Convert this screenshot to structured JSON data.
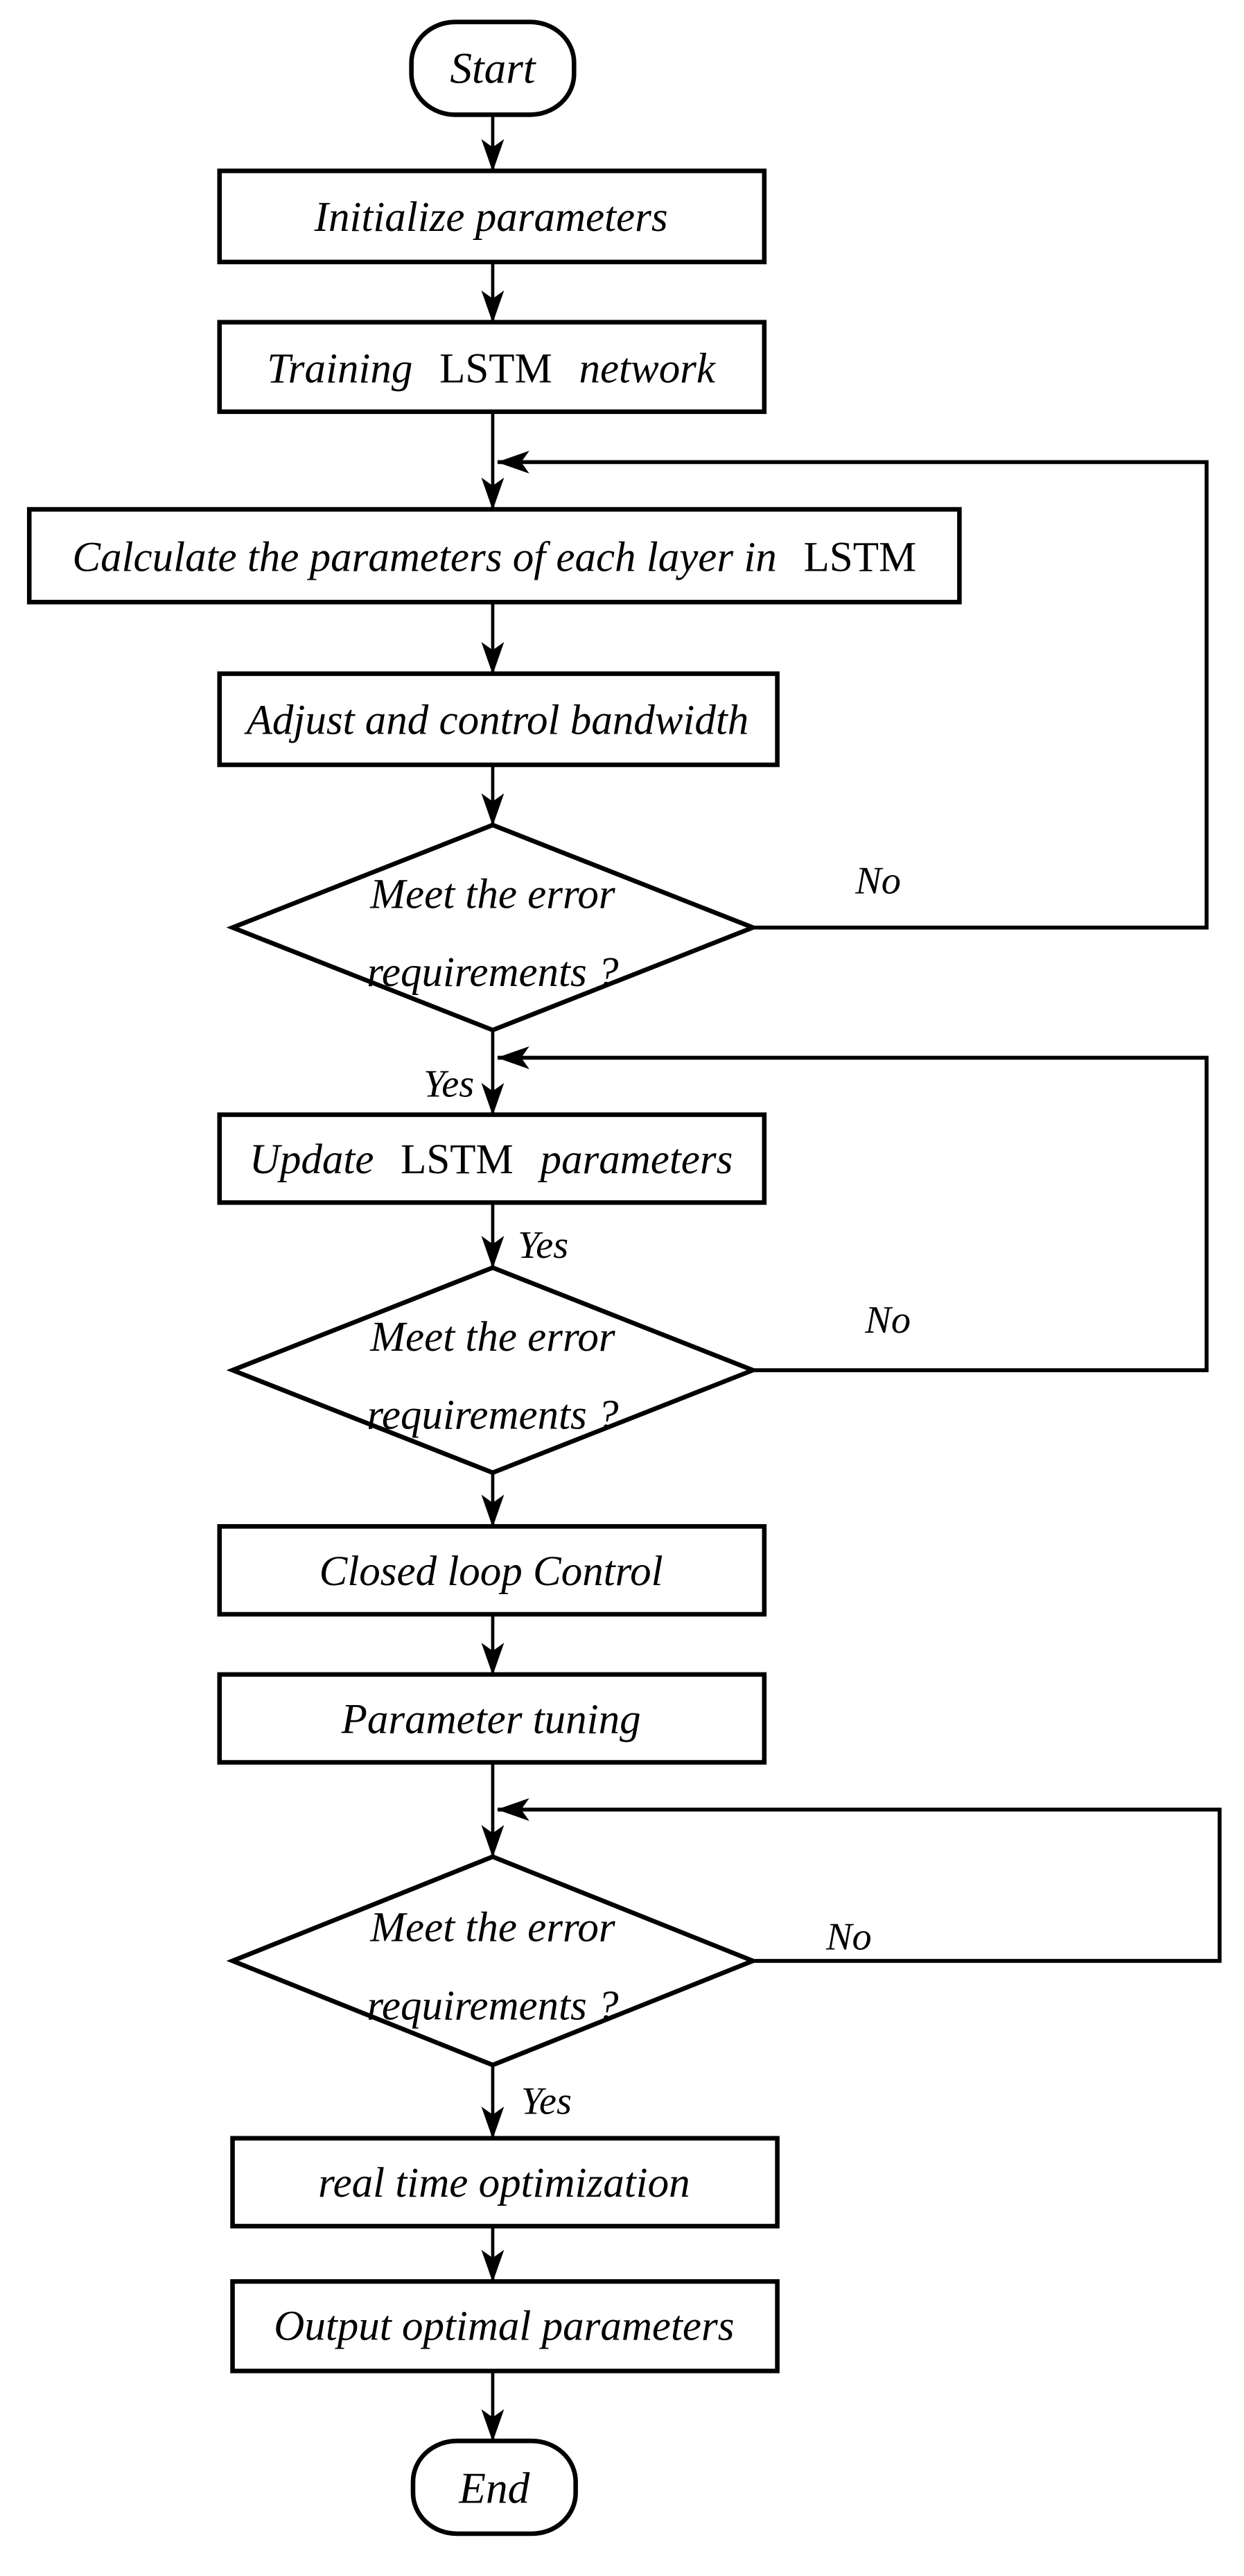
{
  "colors": {
    "line": "#000000",
    "text": "#000000",
    "background": "#ffffff"
  },
  "flowchart": {
    "nodes": {
      "start": {
        "type": "terminator",
        "label": "Start"
      },
      "initialize": {
        "type": "process",
        "label": "Initialize parameters"
      },
      "training": {
        "type": "process",
        "parts": [
          "Training",
          "LSTM",
          "network"
        ]
      },
      "calculate": {
        "type": "process",
        "parts": [
          "Calculate the parameters of each layer in",
          "LSTM"
        ]
      },
      "adjust": {
        "type": "process",
        "label": "Adjust and control bandwidth"
      },
      "decision1": {
        "type": "decision",
        "line1": "Meet the error",
        "line2": "requirements ?"
      },
      "update": {
        "type": "process",
        "parts": [
          "Update",
          "LSTM",
          "parameters"
        ]
      },
      "decision2": {
        "type": "decision",
        "line1": "Meet the error",
        "line2": "requirements ?"
      },
      "closed_loop": {
        "type": "process",
        "label": "Closed loop Control"
      },
      "tuning": {
        "type": "process",
        "label": "Parameter tuning"
      },
      "decision3": {
        "type": "decision",
        "line1": "Meet the error",
        "line2": "requirements ?"
      },
      "rto": {
        "type": "process",
        "label": "real time optimization"
      },
      "output": {
        "type": "process",
        "label": "Output optimal parameters"
      },
      "end": {
        "type": "terminator",
        "label": "End"
      }
    },
    "edge_labels": {
      "decision1_yes": "Yes",
      "decision1_no": "No",
      "decision2_yes": "Yes",
      "decision2_no": "No",
      "decision3_yes": "Yes",
      "decision3_no": "No"
    }
  }
}
